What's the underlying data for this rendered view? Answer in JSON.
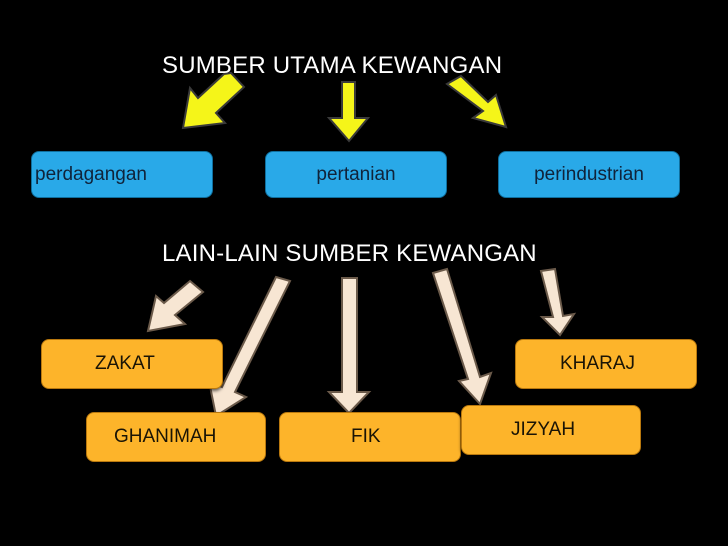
{
  "main_title": "SUMBER UTAMA KEWANGAN",
  "main_sources": [
    "perdagangan",
    "pertanian",
    "perindustrian"
  ],
  "other_title": "LAIN-LAIN SUMBER KEWANGAN",
  "other_sources": {
    "zakat": "ZAKAT",
    "kharaj": "KHARAJ",
    "ghanimah": "GHANIMAH",
    "fik": "FIK",
    "jizyah": "JIZYAH"
  },
  "colors": {
    "background": "#000000",
    "main_box": "#29a9e8",
    "other_box": "#fdb42a",
    "main_arrow": "#f5f519",
    "other_arrow": "#f7e6d3"
  }
}
